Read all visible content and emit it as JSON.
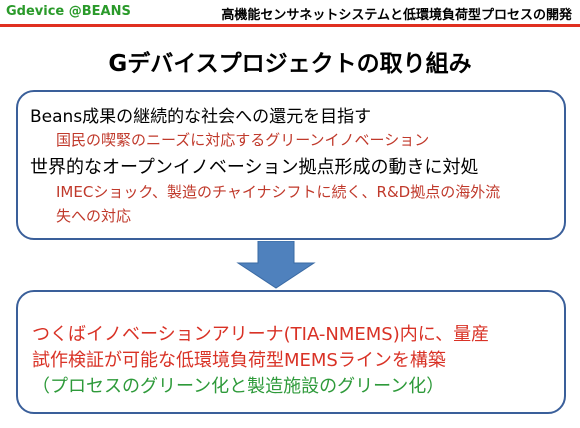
{
  "header": {
    "left": "Gdevice @BEANS",
    "right": "高機能センサネットシステムと低環境負荷型プロセスの開発"
  },
  "title": "Gデバイスプロジェクトの取り組み",
  "top_box": {
    "line1": "Beans成果の継続的な社会への還元を目指す",
    "line1_sub": "国民の喫緊のニーズに対応するグリーンイノベーション",
    "line2": "世界的なオープンイノベーション拠点形成の動きに対処",
    "line2_sub_a": "IMECショック、製造のチャイナシフトに続く、R&D拠点の海外流",
    "line2_sub_b": "失への対応"
  },
  "bottom_box": {
    "line1": "つくばイノベーションアリーナ(TIA-NMEMS)内に、量産",
    "line2": "試作検証が可能な低環境負荷型MEMSラインを構築",
    "line3": "（プロセスのグリーン化と製造施設のグリーン化）"
  },
  "colors": {
    "accent_green": "#2a9a2a",
    "rule_red": "#e03020",
    "box_border": "#3a5f9a",
    "arrow_blue": "#4f81bd",
    "text_red": "#d93226",
    "text_green": "#2e9a3a"
  }
}
